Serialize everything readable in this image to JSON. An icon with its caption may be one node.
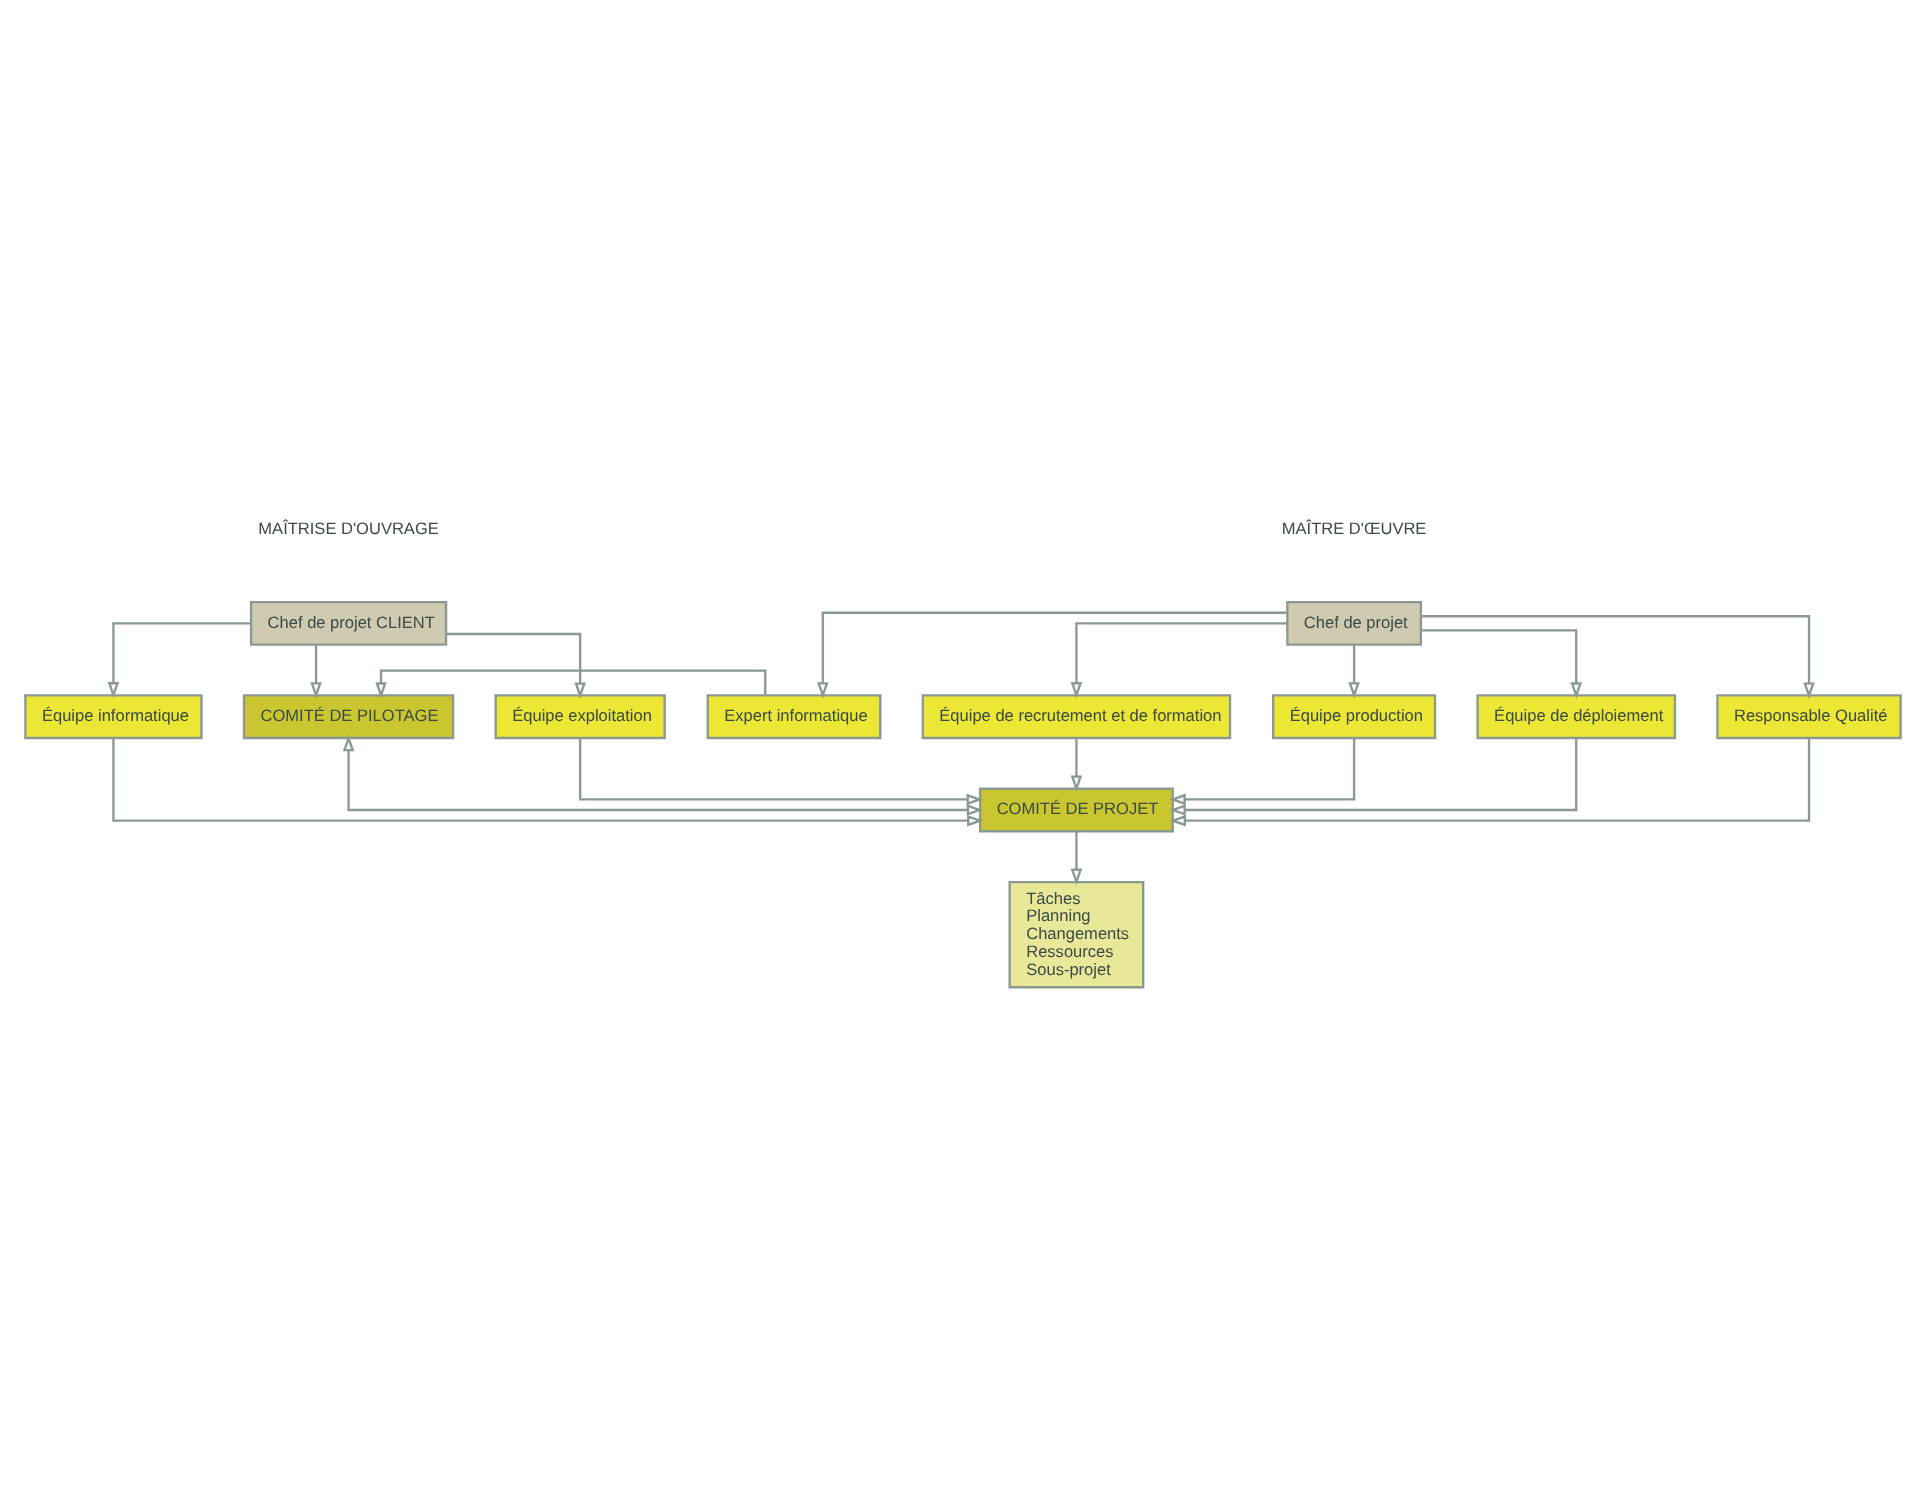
{
  "diagram": {
    "nodes": [
      {
        "text": [
          "Chef de projet"
        ]
      },
      {
        "text": [
          "Chef de projet CLIENT"
        ]
      },
      {
        "text": [
          "Expert informatique"
        ]
      },
      {
        "text": [
          "COMITÉ DE PILOTAGE"
        ]
      },
      {
        "text": [
          "Équipe de recrutement et de formation"
        ]
      },
      {
        "text": [
          "Équipe production"
        ]
      },
      {
        "text": [
          "Équipe de déploiement"
        ]
      },
      {
        "text": [
          "Responsable Qualité"
        ]
      },
      {
        "text": [
          "Équipe exploitation"
        ]
      },
      {
        "text": [
          "Équipe informatique"
        ]
      },
      {
        "text": [
          "COMITÉ DE PROJET"
        ]
      },
      {
        "text": [
          "Tâches",
          "Planning",
          "Changements",
          "Ressources",
          "Sous-projet"
        ]
      }
    ],
    "edges": [
      {
        "from": 0,
        "to": 2,
        "arrow": "to"
      },
      {
        "from": 0,
        "to": 4,
        "arrow": "to"
      },
      {
        "from": 0,
        "to": 5,
        "arrow": "to"
      },
      {
        "from": 0,
        "to": 6,
        "arrow": "to"
      },
      {
        "from": 0,
        "to": 7,
        "arrow": "to"
      },
      {
        "from": 2,
        "to": 3,
        "arrow": "to"
      },
      {
        "from": 1,
        "to": 3,
        "arrow": "to"
      },
      {
        "from": 1,
        "to": 8,
        "arrow": "to"
      },
      {
        "from": 1,
        "to": 9,
        "arrow": "to"
      },
      {
        "from": 3,
        "to": 10,
        "arrow": "both"
      },
      {
        "from": 4,
        "to": 10,
        "arrow": "to"
      },
      {
        "from": 5,
        "to": 10,
        "arrow": "to"
      },
      {
        "from": 6,
        "to": 10,
        "arrow": "to"
      },
      {
        "from": 7,
        "to": 10,
        "arrow": "to"
      },
      {
        "from": 8,
        "to": 10,
        "arrow": "to"
      },
      {
        "from": 9,
        "to": 10,
        "arrow": "to"
      },
      {
        "from": 10,
        "to": 11,
        "arrow": "to"
      }
    ],
    "labels": [
      "MAÎTRE D'ŒUVRE",
      "MAÎTRISE D'OUVRAGE"
    ]
  }
}
